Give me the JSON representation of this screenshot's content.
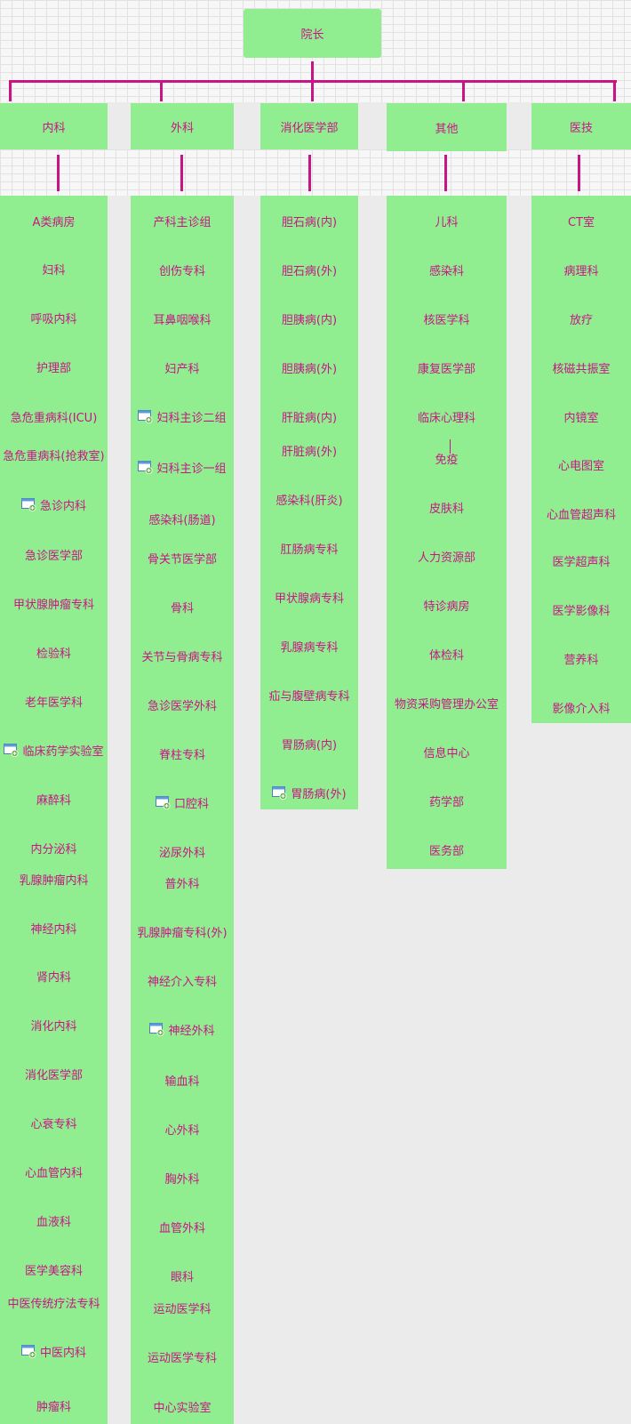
{
  "root": {
    "label": "院长"
  },
  "columns": [
    {
      "header": "内科",
      "items": [
        {
          "label": "A类病房"
        },
        {
          "label": "妇科"
        },
        {
          "label": "呼吸内科"
        },
        {
          "label": "护理部"
        },
        {
          "label": "急危重病科(ICU)"
        },
        {
          "label": "急危重病科(抢救室)"
        },
        {
          "label": "急诊内科",
          "icon": "window-add-icon"
        },
        {
          "label": "急诊医学部"
        },
        {
          "label": "甲状腺肿瘤专科"
        },
        {
          "label": "检验科"
        },
        {
          "label": "老年医学科"
        },
        {
          "label": "临床药学实验室",
          "icon": "window-add-icon"
        },
        {
          "label": "麻醉科"
        },
        {
          "label": "内分泌科"
        },
        {
          "label": "乳腺肿瘤内科"
        },
        {
          "label": "神经内科"
        },
        {
          "label": "肾内科"
        },
        {
          "label": "消化内科"
        },
        {
          "label": "消化医学部"
        },
        {
          "label": "心衰专科"
        },
        {
          "label": "心血管内科"
        },
        {
          "label": "血液科"
        },
        {
          "label": "医学美容科"
        },
        {
          "label": "中医传统疗法专科"
        },
        {
          "label": "中医内科",
          "icon": "window-add-icon"
        },
        {
          "label": "肿瘤科"
        }
      ]
    },
    {
      "header": "外科",
      "items": [
        {
          "label": "产科主诊组"
        },
        {
          "label": "创伤专科"
        },
        {
          "label": "耳鼻咽喉科"
        },
        {
          "label": "妇产科"
        },
        {
          "label": "妇科主诊二组",
          "icon": "window-add-icon"
        },
        {
          "label": "妇科主诊一组",
          "icon": "window-add-icon"
        },
        {
          "label": "感染科(肠道)"
        },
        {
          "label": "骨关节医学部"
        },
        {
          "label": "骨科"
        },
        {
          "label": "关节与骨病专科"
        },
        {
          "label": "急诊医学外科"
        },
        {
          "label": "脊柱专科"
        },
        {
          "label": "口腔科",
          "icon": "window-add-icon"
        },
        {
          "label": "泌尿外科"
        },
        {
          "label": "普外科"
        },
        {
          "label": "乳腺肿瘤专科(外)"
        },
        {
          "label": "神经介入专科"
        },
        {
          "label": "神经外科",
          "icon": "window-add-icon"
        },
        {
          "label": "输血科"
        },
        {
          "label": "心外科"
        },
        {
          "label": "胸外科"
        },
        {
          "label": "血管外科"
        },
        {
          "label": "眼科"
        },
        {
          "label": "运动医学科"
        },
        {
          "label": "运动医学专科"
        },
        {
          "label": "中心实验室"
        }
      ]
    },
    {
      "header": "消化医学部",
      "items": [
        {
          "label": "胆石病(内)"
        },
        {
          "label": "胆石病(外)"
        },
        {
          "label": "胆胰病(内)"
        },
        {
          "label": "胆胰病(外)"
        },
        {
          "label": "肝脏病(内)"
        },
        {
          "label": "肝脏病(外)"
        },
        {
          "label": "感染科(肝炎)"
        },
        {
          "label": "肛肠病专科"
        },
        {
          "label": "甲状腺病专科"
        },
        {
          "label": "乳腺病专科"
        },
        {
          "label": "疝与腹壁病专科"
        },
        {
          "label": "胃肠病(内)"
        },
        {
          "label": "胃肠病(外)",
          "icon": "window-add-icon"
        }
      ]
    },
    {
      "header": "其他",
      "items": [
        {
          "label": "儿科"
        },
        {
          "label": "感染科"
        },
        {
          "label": "核医学科"
        },
        {
          "label": "康复医学部"
        },
        {
          "label": "临床心理科"
        },
        {
          "label": "免疫"
        },
        {
          "label": "皮肤科"
        },
        {
          "label": "人力资源部"
        },
        {
          "label": "特诊病房"
        },
        {
          "label": "体检科"
        },
        {
          "label": "物资采购管理办公室"
        },
        {
          "label": "信息中心"
        },
        {
          "label": "药学部"
        },
        {
          "label": "医务部"
        }
      ]
    },
    {
      "header": "医技",
      "items": [
        {
          "label": "CT室"
        },
        {
          "label": "病理科"
        },
        {
          "label": "放疗"
        },
        {
          "label": "核磁共振室"
        },
        {
          "label": "内镜室"
        },
        {
          "label": "心电图室"
        },
        {
          "label": "心血管超声科"
        },
        {
          "label": "医学超声科"
        },
        {
          "label": "医学影像科"
        },
        {
          "label": "营养科"
        },
        {
          "label": "影像介入科"
        }
      ]
    }
  ],
  "colors": {
    "node_fill": "#90ee90",
    "connector": "#c71585",
    "text": "#c71585"
  }
}
